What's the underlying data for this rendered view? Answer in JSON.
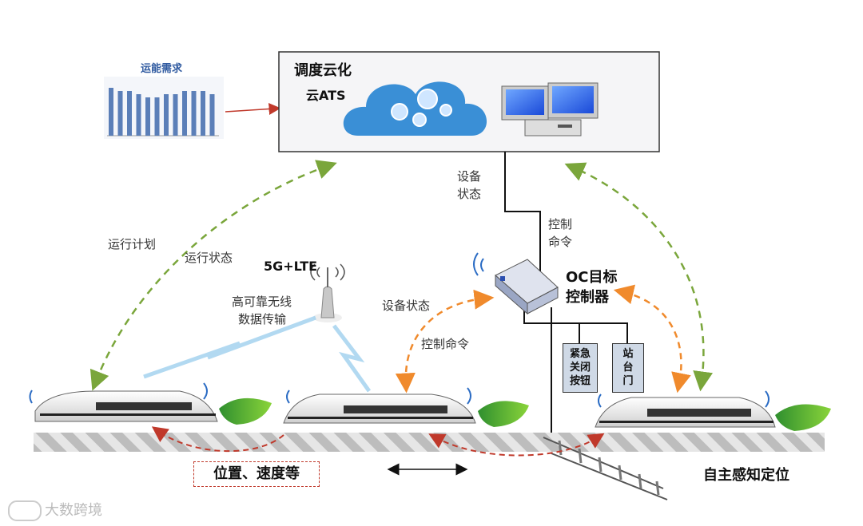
{
  "demand_chart": {
    "title": "运能需求",
    "values": [
      15,
      14,
      14,
      13,
      12,
      12,
      13,
      13,
      14,
      14,
      14,
      13
    ]
  },
  "cloud_box": {
    "title": "调度云化",
    "subtitle": "云ATS"
  },
  "labels": {
    "device_status_top": [
      "设备",
      "状态"
    ],
    "control_cmd_top": [
      "控制",
      "命令"
    ],
    "run_plan": "运行计划",
    "run_status": "运行状态",
    "network": "5G+LTE",
    "wireless": [
      "高可靠无线",
      "数据传输"
    ],
    "device_status_mid": "设备状态",
    "control_cmd_mid": "控制命令",
    "oc": [
      "OC目标",
      "控制器"
    ],
    "emergency": [
      "紧急",
      "关闭",
      "按钮"
    ],
    "platform_door": [
      "站",
      "台",
      "门"
    ],
    "position_speed": "位置、速度等",
    "self_localization": "自主感知定位"
  },
  "watermark": "大数跨境",
  "colors": {
    "green_arrow": "#7aa63b",
    "orange_arrow": "#f08a2c",
    "red_arrow": "#c0392b",
    "cloud": "#3a8fd6",
    "bar": "#5b7fb8"
  }
}
